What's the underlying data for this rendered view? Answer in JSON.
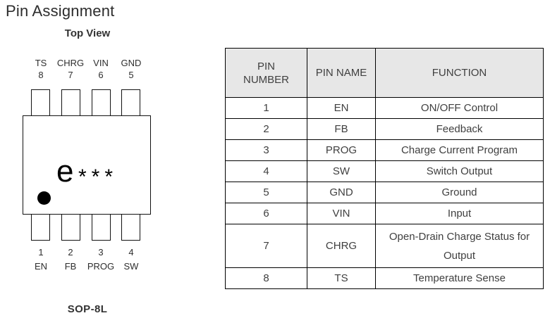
{
  "page": {
    "title": "Pin Assignment"
  },
  "diagram": {
    "view_label": "Top View",
    "package_label": "SOP-8L",
    "marking": {
      "logo_letter": "e",
      "wildcard": "***"
    },
    "pins": {
      "top": [
        {
          "name": "TS",
          "number": "8"
        },
        {
          "name": "CHRG",
          "number": "7"
        },
        {
          "name": "VIN",
          "number": "6"
        },
        {
          "name": "GND",
          "number": "5"
        }
      ],
      "bottom": [
        {
          "name": "EN",
          "number": "1"
        },
        {
          "name": "FB",
          "number": "2"
        },
        {
          "name": "PROG",
          "number": "3"
        },
        {
          "name": "SW",
          "number": "4"
        }
      ]
    }
  },
  "table": {
    "headers": {
      "pin_number": "PIN NUMBER",
      "pin_name": "PIN NAME",
      "function": "FUNCTION"
    },
    "rows": [
      {
        "pin_number": "1",
        "pin_name": "EN",
        "function": "ON/OFF Control"
      },
      {
        "pin_number": "2",
        "pin_name": "FB",
        "function": "Feedback"
      },
      {
        "pin_number": "3",
        "pin_name": "PROG",
        "function": "Charge Current Program"
      },
      {
        "pin_number": "4",
        "pin_name": "SW",
        "function": "Switch Output"
      },
      {
        "pin_number": "5",
        "pin_name": "GND",
        "function": "Ground"
      },
      {
        "pin_number": "6",
        "pin_name": "VIN",
        "function": "Input"
      },
      {
        "pin_number": "7",
        "pin_name": "CHRG",
        "function": "Open-Drain Charge Status for Output"
      },
      {
        "pin_number": "8",
        "pin_name": "TS",
        "function": "Temperature Sense"
      }
    ]
  },
  "colors": {
    "header_bg": "#e7e7e7",
    "table_border": "#000000",
    "text": "#3f3f3f",
    "title_text": "#2d2d2d",
    "chip_outline": "#111111",
    "pin1_dot": "#000000"
  }
}
